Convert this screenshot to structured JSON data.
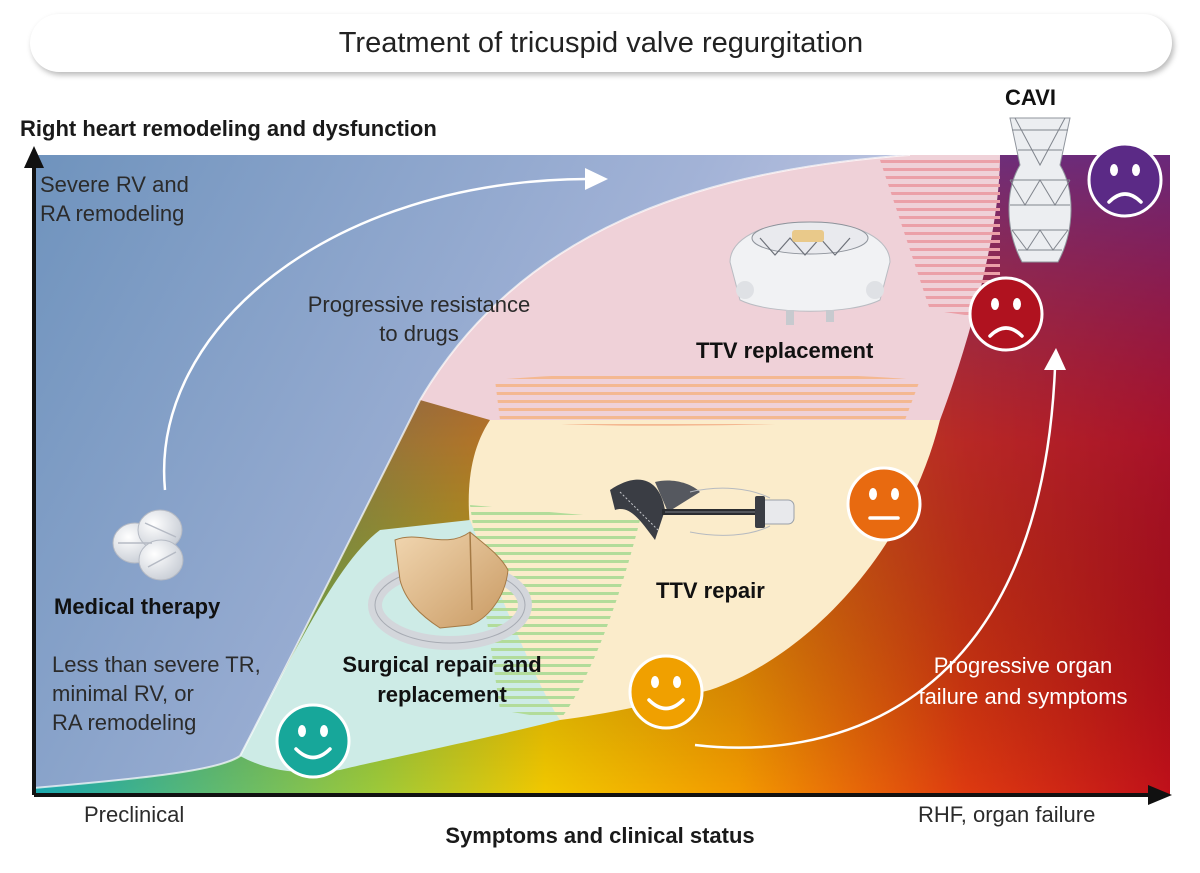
{
  "title": "Treatment of tricuspid valve regurgitation",
  "axes": {
    "y_label": "Right heart remodeling and dysfunction",
    "x_label": "Symptoms and clinical status",
    "x_start": "Preclinical",
    "x_end": "RHF, organ failure"
  },
  "left_panel": {
    "top_text": [
      "Severe RV and",
      "RA remodeling"
    ],
    "arrow_text": [
      "Progressive resistance",
      "to drugs"
    ],
    "therapy_label": "Medical therapy",
    "bottom_text": [
      "Less than severe TR,",
      "minimal RV, or",
      "RA remodeling"
    ]
  },
  "zones": {
    "surgical": [
      "Surgical repair and",
      "replacement"
    ],
    "ttv_repair": "TTV repair",
    "ttv_replacement": "TTV replacement",
    "cavi": "CAVI"
  },
  "right_panel": {
    "progress_text": [
      "Progressive organ",
      "failure and symptoms"
    ]
  },
  "faces": [
    {
      "mood": "happy",
      "color": "#17a79a"
    },
    {
      "mood": "happy",
      "color": "#f0a000"
    },
    {
      "mood": "neutral",
      "color": "#e86a10"
    },
    {
      "mood": "sad",
      "color": "#b0121f"
    },
    {
      "mood": "sad",
      "color": "#5b2a86"
    }
  ],
  "icons": [
    "pills-icon",
    "surgical-ring-icon",
    "clip-device-icon",
    "replacement-valve-icon",
    "stent-valve-icon"
  ]
}
